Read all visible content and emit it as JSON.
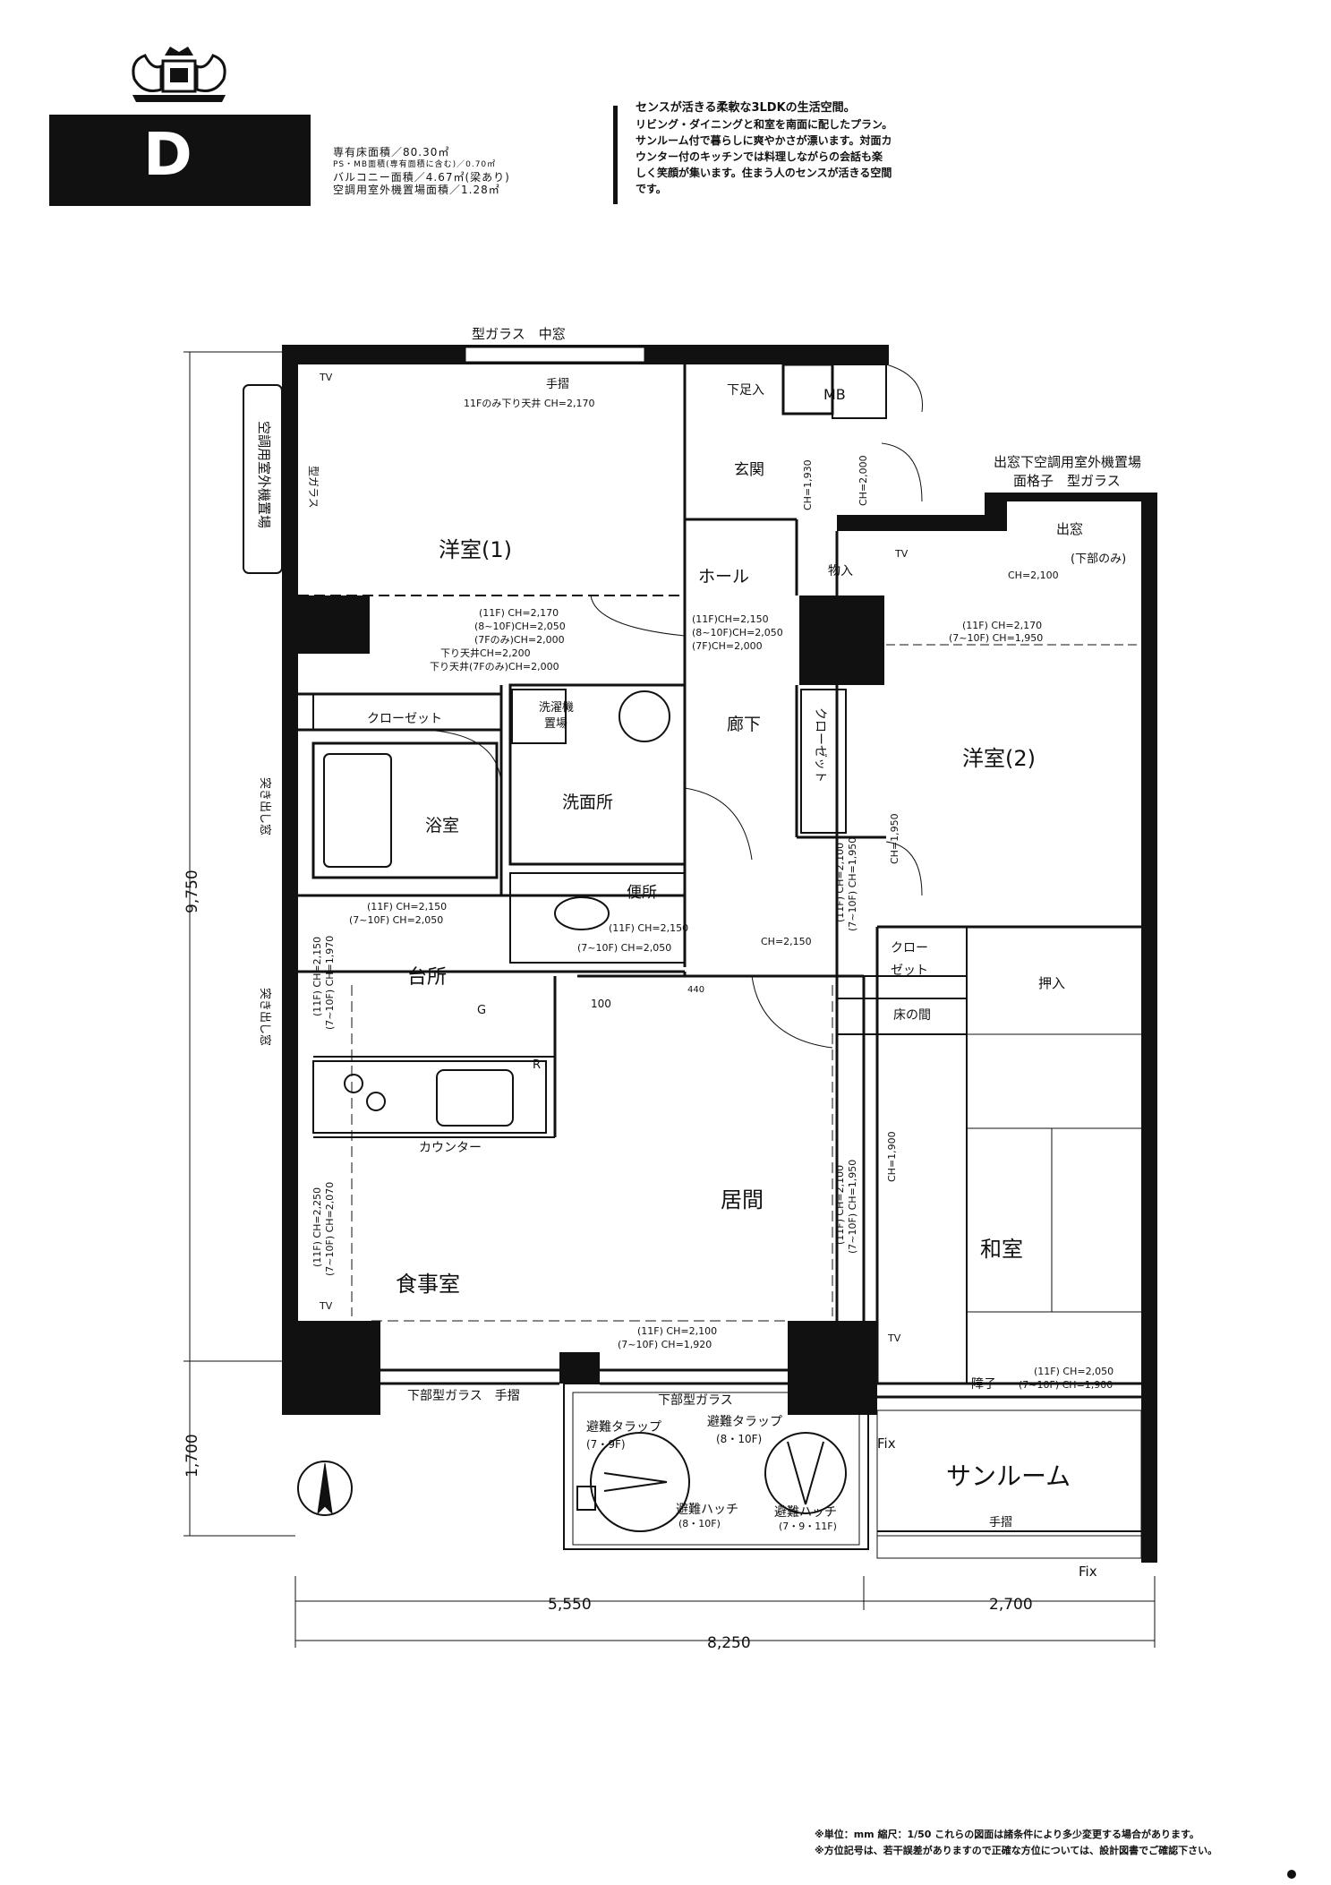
{
  "header": {
    "type_letter": "D",
    "specs": [
      "専有床面積／80.30㎡",
      "PS・MB面積(専有面積に含む)／0.70㎡",
      "バルコニー面積／4.67㎡(梁あり)",
      "空調用室外機置場面積／1.28㎡"
    ],
    "description": [
      "センスが活きる柔軟な3LDKの生活空間。",
      "リビング・ダイニングと和室を南面に配したプラン。",
      "サンルーム付で暮らしに爽やかさが漂います。対面カ",
      "ウンター付のキッチンでは料理しながらの会話も楽",
      "しく笑顔が集います。住まう人のセンスが活きる空間",
      "です。"
    ]
  },
  "rooms": {
    "western1": "洋室(1)",
    "western2": "洋室(2)",
    "entrance": "玄関",
    "hall": "ホール",
    "corridor": "廊下",
    "washroom": "洗面所",
    "bathroom": "浴室",
    "toilet": "便所",
    "kitchen": "台所",
    "living": "居間",
    "dining": "食事室",
    "japanese": "和室",
    "sunroom": "サンルーム"
  },
  "labels": {
    "top_window": "型ガラス　中窓",
    "top_handrail": "手摺",
    "lowered_ceiling_top": "11Fのみ下り天井 CH=2,170",
    "shoe_storage": "下足入",
    "mb": "MB",
    "ac_unit_left": "空調用室外機置場",
    "patterned_glass_left": "型ガラス",
    "bay_ac_unit": "出窓下空調用室外機置場",
    "lattice_glass": "面格子　型ガラス",
    "bay_window": "出窓",
    "bottom_only": "(下部のみ)",
    "storage": "物入",
    "closet": "クローゼット",
    "closet_v": "クローゼット",
    "closet_short_1": "クロー",
    "closet_short_2": "ゼット",
    "washer": "洗濯機",
    "washer2": "置場",
    "protruding_window_1": "突き出し窓",
    "protruding_window_2": "突き出し窓",
    "counter": "カウンター",
    "oshiire": "押入",
    "tokonoma": "床の間",
    "shoji": "障子",
    "bottom_glass_left": "下部型ガラス　手摺",
    "bottom_glass_mid": "下部型ガラス",
    "handrail_sunroom": "手摺",
    "fix1": "Fix",
    "fix2": "Fix",
    "escape_trap_left": "避難タラップ",
    "escape_trap_left_f": "(7・9F)",
    "escape_trap_right": "避難タラップ",
    "escape_trap_right_f": "(8・10F)",
    "escape_hatch_left": "避難ハッチ",
    "escape_hatch_left_f": "(8・10F)",
    "escape_hatch_right": "避難ハッチ",
    "escape_hatch_right_f": "(7・9・11F)",
    "lowered_ceiling_7f": "下り天井(7Fのみ)CH=2,000",
    "step_100": "100",
    "tv": "TV",
    "g": "G",
    "r": "R",
    "dim_440": "440"
  },
  "ceiling_heights": {
    "w1_closet": [
      "(11F) CH=2,170",
      "(8~10F)CH=2,050",
      "(7Fのみ)CH=2,000",
      "下り天井CH=2,200"
    ],
    "hall": [
      "(11F)CH=2,150",
      "(8~10F)CH=2,050",
      "(7F)CH=2,000"
    ],
    "w2": [
      "(11F) CH=2,170",
      "(7~10F) CH=1,950"
    ],
    "bay": "CH=2,100",
    "entrance": "CH=1,930",
    "mb_side": "CH=2,000",
    "w2_side": "CH=1,950",
    "toilet": [
      "(11F) CH=2,150",
      "(7~10F) CH=2,050"
    ],
    "bath": [
      "(11F) CH=2,150",
      "(7~10F) CH=2,050"
    ],
    "corridor_low": "CH=2,150",
    "corridor_side": [
      "(11F) CH=2,100",
      "(7~10F) CH=1,950"
    ],
    "kitchen_side": [
      "(11F) CH=2,150",
      "(7~10F) CH=1,970"
    ],
    "dining_side": [
      "(11F) CH=2,250",
      "(7~10F) CH=2,070"
    ],
    "living_side": [
      "(11F) CH=2,100",
      "(7~10F) CH=1,950"
    ],
    "japanese_side": "CH=1,900",
    "living_south": [
      "(11F) CH=2,100",
      "(7~10F) CH=1,920"
    ],
    "japanese_south": [
      "(11F) CH=2,050",
      "(7~10F) CH=1,900"
    ]
  },
  "dimensions": {
    "height_main": "9,750",
    "height_balcony": "1,700",
    "width_left": "5,550",
    "width_right": "2,700",
    "width_total": "8,250"
  },
  "notes": [
    "※単位：mm 縮尺：1/50 これらの図面は諸条件により多少変更する場合があります。",
    "※方位記号は、若干誤差がありますので正確な方位については、設計図書でご確認下さい。"
  ],
  "colors": {
    "ink": "#111111",
    "paper": "#ffffff"
  }
}
